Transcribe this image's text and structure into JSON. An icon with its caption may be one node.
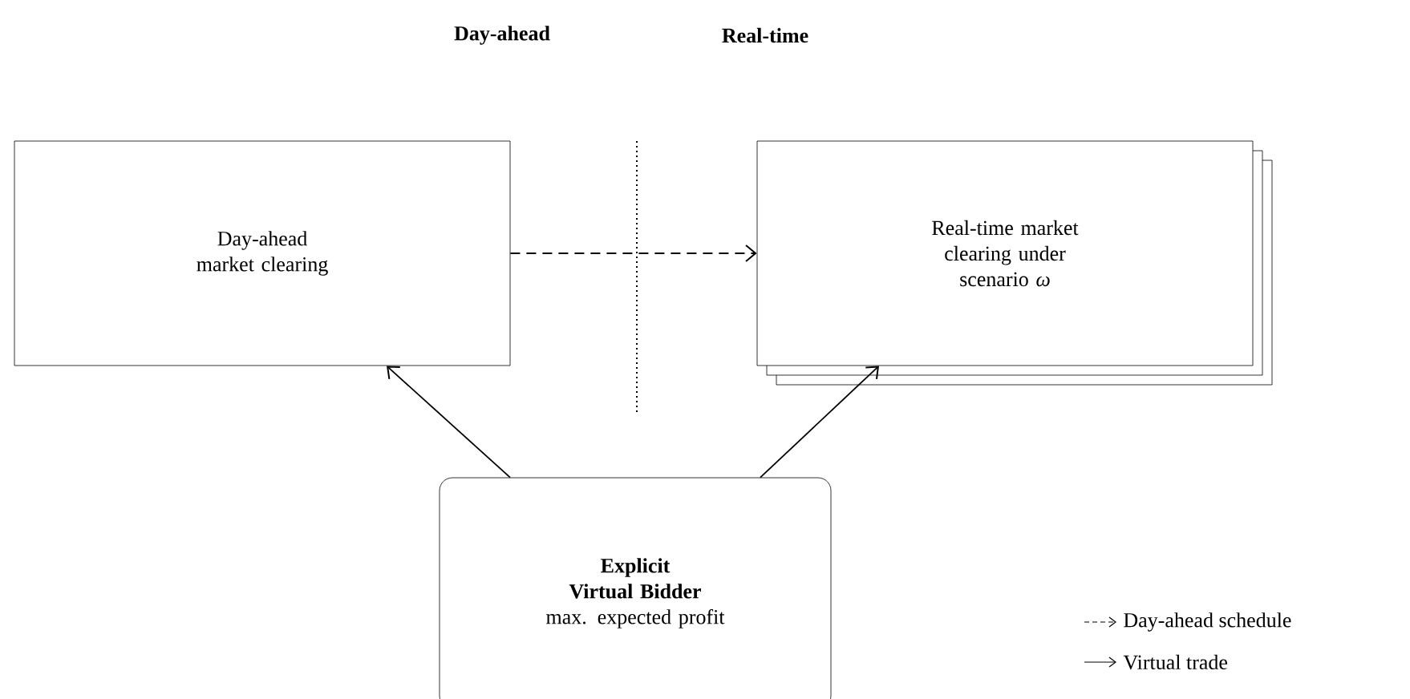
{
  "diagram": {
    "nodes": [
      {
        "text": [
          "Day-ahead market clearing"
        ]
      },
      {
        "text": [
          "Real-time market clearing under scenario *ω*"
        ]
      },
      {
        "text": [
          "Explicit Virtual Bidder",
          "max. expected profit"
        ]
      }
    ],
    "edges": [
      {
        "from": 0,
        "to": 1,
        "arrow": "to",
        "style": "dashed"
      },
      {
        "from": 2,
        "to": 0,
        "arrow": "to"
      },
      {
        "from": 2,
        "to": 1,
        "arrow": "to"
      }
    ],
    "labels": [
      "Day-ahead",
      "Real-time"
    ],
    "legend": [
      {
        "text": "Day-ahead schedule"
      },
      {
        "text": "Virtual trade"
      }
    ]
  }
}
